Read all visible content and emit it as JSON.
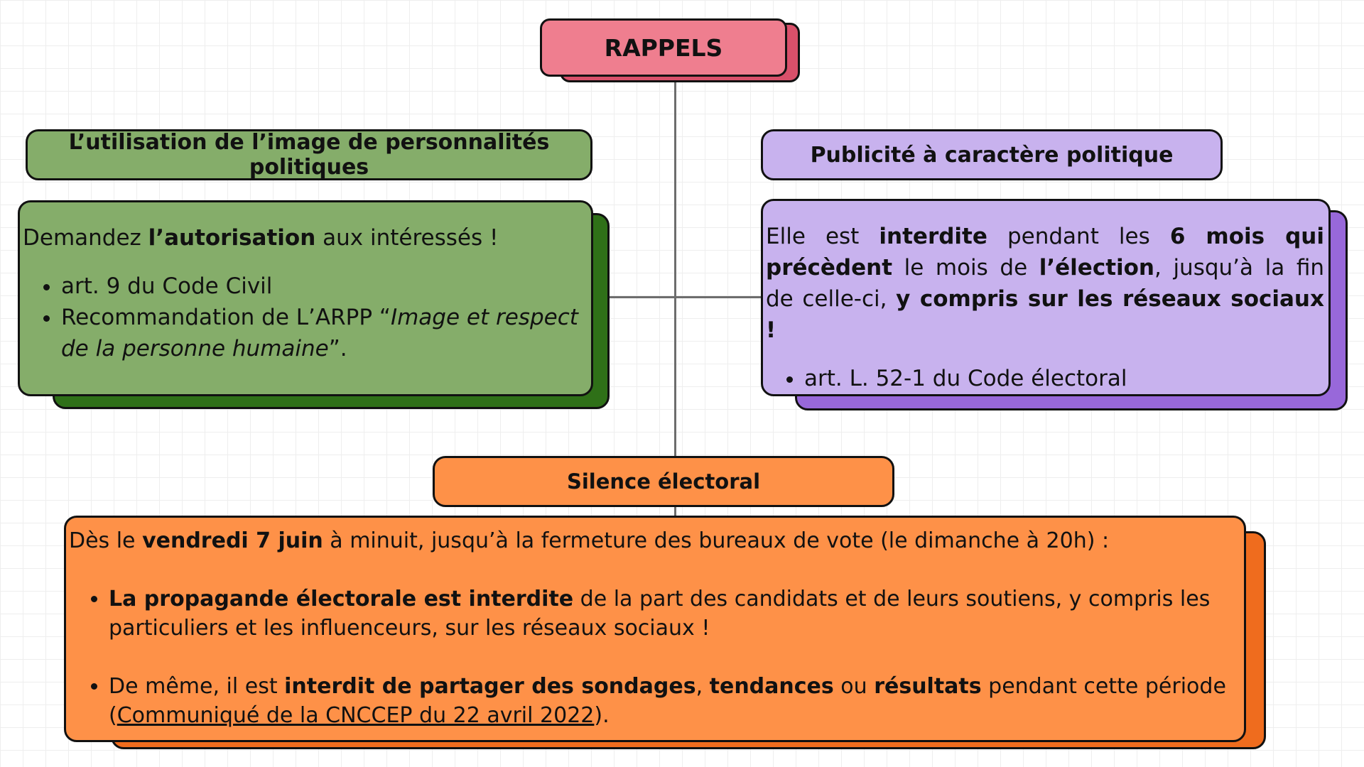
{
  "title": "RAPPELS",
  "image": {
    "header": "L’utilisation de l’image de personnalités politiques",
    "intro": {
      "pre": "Demandez ",
      "bold": "l’autorisation",
      "post": " aux intéressés !"
    },
    "item1": "art. 9 du Code Civil",
    "item2": {
      "pre": "Recommandation de L’ARPP “",
      "italic": "Image et respect de la personne humaine",
      "post": "”."
    }
  },
  "publicity": {
    "header": "Publicité à caractère politique",
    "text": {
      "t1": "Elle est ",
      "b1": "interdite",
      "t2": " pendant les ",
      "b2": "6 mois qui précèdent",
      "t3": " le mois de ",
      "b3": "l’élection",
      "t4": ", jusqu’à la fin de celle-ci, ",
      "b4": "y compris sur les réseaux sociaux !"
    },
    "item1": "art. L. 52-1 du Code électoral"
  },
  "silence": {
    "header": "Silence électoral",
    "intro": {
      "pre": "Dès le ",
      "bold": "vendredi 7 juin",
      "post": " à minuit, jusqu’à la fermeture des bureaux de vote (le dimanche  à 20h) :"
    },
    "item1": {
      "bold": "La propagande électorale est interdite",
      "post": " de la part des candidats et de leurs soutiens, y compris les particuliers et les influenceurs, sur les réseaux sociaux !"
    },
    "item2": {
      "t1": "De même, il est ",
      "b1": "interdit de partager des sondages",
      "t2": ", ",
      "b2": "tendances",
      "t3": " ou ",
      "b3": "résultats",
      "t4": " pendant cette période (",
      "link": "Communiqué de la CNCCEP du 22 avril 2022",
      "t5": ")."
    }
  }
}
